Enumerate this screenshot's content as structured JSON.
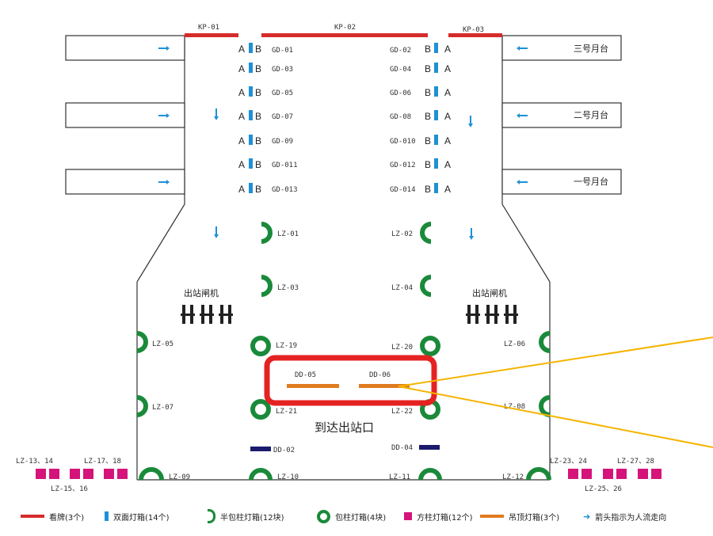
{
  "kp": [
    "KP-01",
    "KP-02",
    "KP-03"
  ],
  "platforms": {
    "p3": "三号月台",
    "p2": "二号月台",
    "p1": "一号月台"
  },
  "gd_left": [
    "GD-01",
    "GD-03",
    "GD-05",
    "GD-07",
    "GD-09",
    "GD-011",
    "GD-013"
  ],
  "gd_right": [
    "GD-02",
    "GD-04",
    "GD-06",
    "GD-08",
    "GD-010",
    "GD-012",
    "GD-014"
  ],
  "ab": {
    "a": "A",
    "b": "B"
  },
  "lz": {
    "lz01": "LZ-01",
    "lz02": "LZ-02",
    "lz03": "LZ-03",
    "lz04": "LZ-04",
    "lz05": "LZ-05",
    "lz06": "LZ-06",
    "lz19": "LZ-19",
    "lz20": "LZ-20",
    "lz07": "LZ-07",
    "lz08": "LZ-08",
    "lz21": "LZ-21",
    "lz22": "LZ-22",
    "lz09": "LZ-09",
    "lz10": "LZ-10",
    "lz11": "LZ-11",
    "lz12": "LZ-12",
    "lz1314": "LZ-13、14",
    "lz1718": "LZ-17、18",
    "lz1516": "LZ-15、16",
    "lz2324": "LZ-23、24",
    "lz2728": "LZ-27、28",
    "lz2526": "LZ-25、26"
  },
  "dd": {
    "dd05": "DD-05",
    "dd06": "DD-06",
    "dd02": "DD-02",
    "dd04": "DD-04"
  },
  "gates": "出站闸机",
  "exit_title": "到达出站口",
  "legend": {
    "kanpai": "看牌(3个)",
    "shuangmian": "双面灯箱(14个)",
    "banbao": "半包柱灯箱(12块)",
    "baozhu": "包柱灯箱(4块)",
    "fangzhu": "方柱灯箱(12个)",
    "diaoding": "吊顶灯箱(3个)",
    "arrow": "箭头指示为人流走向"
  },
  "colors": {
    "red": "#d62b2b",
    "blue": "#1e90d8",
    "green": "#1a8a3a",
    "pink": "#d4147a",
    "orange": "#e07b1f",
    "navy": "#1b1b6e",
    "yellow": "#f5b400",
    "arrow": "#1e90d8"
  }
}
